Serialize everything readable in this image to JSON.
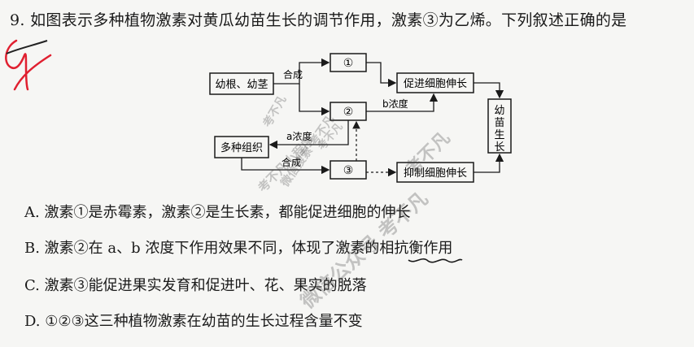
{
  "question": {
    "text": "9. 如图表示多种植物激素对黄瓜幼苗生长的调节作用，激素③为乙烯。下列叙述正确的是"
  },
  "diagram": {
    "box_root": "幼根、幼茎",
    "box_tissue": "多种组织",
    "hormone_1": "①",
    "hormone_2": "②",
    "hormone_3": "③",
    "box_promote": "促进细胞伸长",
    "box_inhibit": "抑制细胞伸长",
    "box_seedling": "幼苗生长",
    "label_synth_top": "合成",
    "label_synth_bottom": "合成",
    "label_a": "a浓度",
    "label_b": "b浓度"
  },
  "options": {
    "a": "A. 激素①是赤霉素，激素②是生长素，都能促进细胞的伸长",
    "b": "B. 激素②在 a、b 浓度下作用效果不同，体现了激素的相抗衡作用",
    "c": "C. 激素③能促进果实发育和促进叶、花、果实的脱落",
    "d": "D. ①②③这三种植物激素在幼苗的生长过程含量不变"
  },
  "watermarks": {
    "w1": "考不凡",
    "w2": "微信搜索 考不凡",
    "w3": "考不凡小程序",
    "w4": "考不凡",
    "w5": "考不凡",
    "w6": "微信公众号 考不凡"
  },
  "colors": {
    "handwriting": "#e02030",
    "ink": "#1a1a1a"
  }
}
